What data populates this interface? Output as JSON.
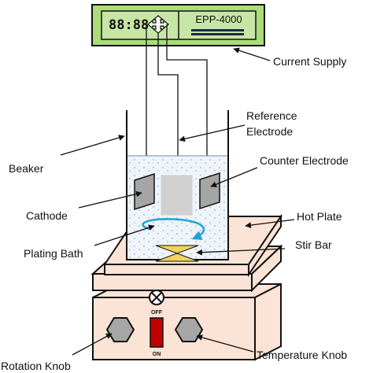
{
  "supply": {
    "display": "88:88",
    "model": "EPP-4000"
  },
  "labels": {
    "current_supply": "Current Supply",
    "reference_line1": "Reference",
    "reference_line2": "Electrode",
    "beaker": "Beaker",
    "counter_electrode": "Counter Electrode",
    "cathode": "Cathode",
    "hot_plate": "Hot Plate",
    "plating_bath": "Plating Bath",
    "stir_bar": "Stir Bar",
    "rotation_knob": "Rotation Knob",
    "temperature_knob": "Temperature Knob"
  },
  "switch": {
    "off": "OFF",
    "on": "ON"
  },
  "colors": {
    "supply_body": "#aadc7a",
    "supply_panel": "#c7e6a6",
    "hotplate": "#fbe3d5",
    "switch_red": "#c00000",
    "stir_bar": "#f2d35b",
    "swirl": "#1fa3d6",
    "electrode_gray": "#a5a5a5",
    "reference_gray": "#d0d0d0",
    "knob_gray": "#a6a6a6"
  },
  "icons": {
    "supply_connector": "four-way-arrow-icon",
    "power_indicator": "x-circle-icon",
    "knobs": "hexagon-icon"
  }
}
